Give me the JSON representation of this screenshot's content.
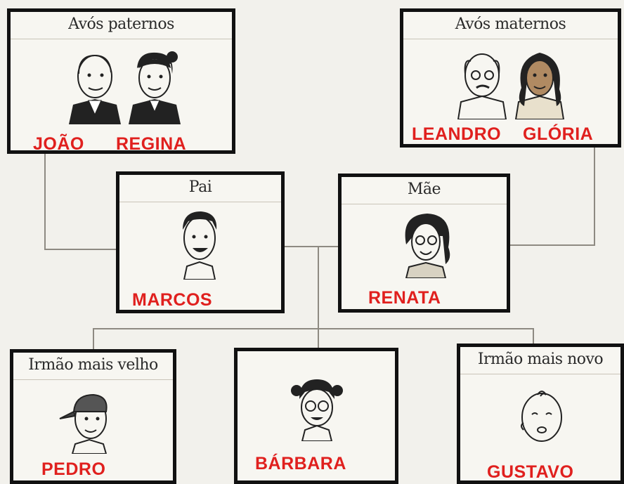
{
  "paternal_grandparents": {
    "heading": "Avós paternos",
    "grandfather": "JOÃO",
    "grandmother": "REGINA"
  },
  "maternal_grandparents": {
    "heading": "Avós maternos",
    "grandfather": "LEANDRO",
    "grandmother": "GLÓRIA"
  },
  "father": {
    "heading": "Pai",
    "name": "MARCOS"
  },
  "mother": {
    "heading": "Mãe",
    "name": "RENATA"
  },
  "older_brother": {
    "heading": "Irmão mais velho",
    "name": "PEDRO"
  },
  "sister": {
    "name": "BÁRBARA"
  },
  "younger_brother": {
    "heading": "Irmão mais novo",
    "name": "GUSTAVO"
  },
  "colors": {
    "name_text": "#e0201e",
    "border": "#111111",
    "connector": "#8e8a82"
  }
}
